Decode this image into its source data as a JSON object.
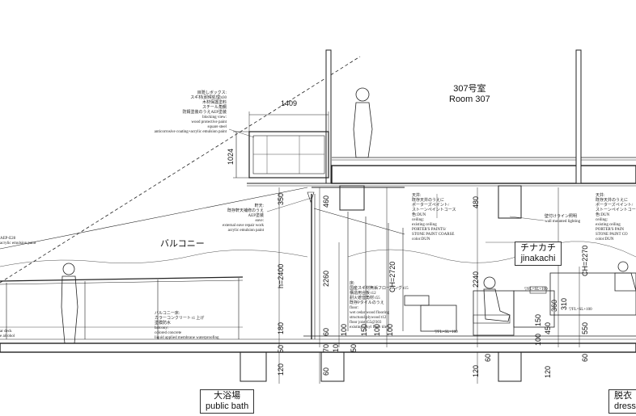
{
  "rooms": {
    "room307_ja": "307号室",
    "room307_en": "Room 307",
    "balcony_ja": "バルコニー",
    "jinakachi_ja": "チナカチ",
    "jinakachi_en": "jinakachi",
    "bath_ja": "大浴場",
    "bath_en": "public bath",
    "dressing_ja": "脱衣",
    "dressing_en": "dressin"
  },
  "notes": {
    "screen_box": [
      "目隠しボックス:",
      "スギ材(耐候処理)t30",
      "木材保護塗料",
      "スチール角鋼",
      "防錆塗装のうえAEP塗装",
      "blocking view:",
      "wood protective paint",
      "square steel",
      "anticorrosive coating+acrylic emulsion paint"
    ],
    "eave": [
      "軒天:",
      "既存軒天補修のうえ",
      "AEP塗装",
      "eave:",
      "external eave repair work",
      "acrylic emulsion paint"
    ],
    "ceiling_left": [
      "天井:",
      "既存天井のうえに",
      "ポーターズペイント/",
      "ストーンペイントコース",
      "色:DUN",
      "ceiling:",
      "existing ceiling",
      "PORTER'S PAINTS/",
      "STONE PAINT COARSE",
      "color:DUN"
    ],
    "ceiling_right": [
      "天井:",
      "既存天井のうえに",
      "ポーターズペイント/",
      "ストーンペイントコー",
      "色:DUN",
      "ceiling:",
      "existing ceiling",
      "PORTER'S PAIN",
      "STONE PAINT CO",
      "color:DUN"
    ],
    "lighting": [
      "壁付けライン照明",
      "wall mounted lighting"
    ],
    "floor": [
      "床:",
      "国産スギ材無垢フローリング t15",
      "構造用合板 t12",
      "耐火遮音角材 t55",
      "既存Pタイルのうえ",
      "floor:",
      "wet cedar wood flooring",
      "structural plywood t12",
      "floor joist t55@303",
      "existing vinyl floor tile"
    ],
    "balcony_floor": [
      "バルコニー床:",
      "カラーコンクリート t1 上げ",
      "塗膜防水",
      "balcony:",
      "colored concrete",
      "liquid applied membrane waterproofing"
    ],
    "left_edge": [
      "AEP-E28",
      "acrylic emulsion paint"
    ],
    "left_bottom": [
      "ar deck",
      "e alcohol"
    ],
    "level1": "▽FL=SL+100",
    "level2": "▽FL=SL+100",
    "level3": "▽FL=SL+100"
  },
  "dims": {
    "w1409": "1409",
    "h1024": "1024",
    "h350": "350",
    "h460": "460",
    "h480": "480",
    "h2400": "h=2400",
    "h2260": "2260",
    "ch2720": "CH=2720",
    "h2240": "2240",
    "ch2270": "CH=2270",
    "h180": "180",
    "h60a": "60",
    "h50a": "50",
    "h100a": "100",
    "h150": "150",
    "h100b": "100",
    "h100c": "100",
    "h60b": "60",
    "h120a": "120",
    "h60c": "60",
    "h120b": "120",
    "h360": "360",
    "h310": "310",
    "h150b": "150",
    "h450": "450",
    "h100d": "100",
    "h550": "550",
    "h120c": "120",
    "h60d": "60",
    "h70": "70",
    "h10": "10",
    "h50b": "50"
  }
}
